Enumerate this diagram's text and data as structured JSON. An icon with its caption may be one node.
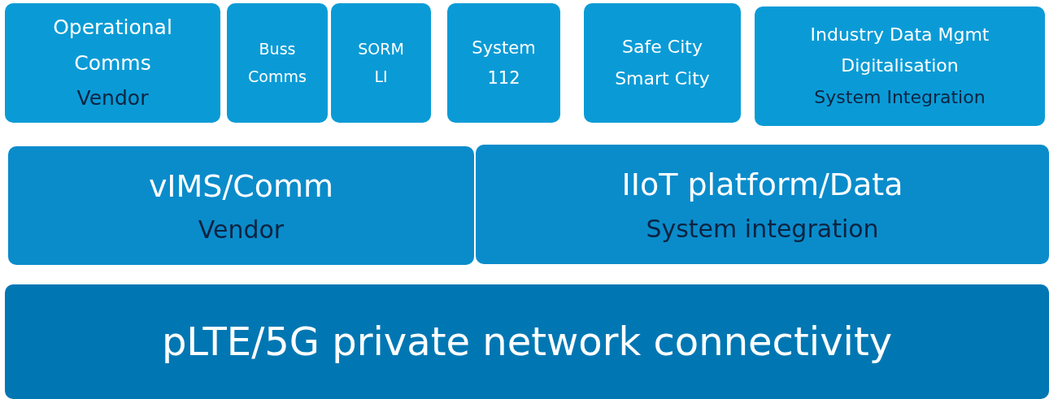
{
  "diagram": {
    "nodes": [
      {
        "text": [
          "Operational Comms",
          "Vendor"
        ]
      },
      {
        "text": [
          "Buss Comms"
        ]
      },
      {
        "text": [
          "SORM LI"
        ]
      },
      {
        "text": [
          "System 112"
        ]
      },
      {
        "text": [
          "Safe City Smart City"
        ]
      },
      {
        "text": [
          "Industry Data Mgmt Digitalisation",
          "System Integration"
        ]
      },
      {
        "text": [
          "vIMS/Comm",
          "Vendor"
        ]
      },
      {
        "text": [
          "IIoT platform/Data",
          "System integration"
        ]
      },
      {
        "text": [
          "pLTE/5G private network connectivity"
        ]
      }
    ]
  }
}
